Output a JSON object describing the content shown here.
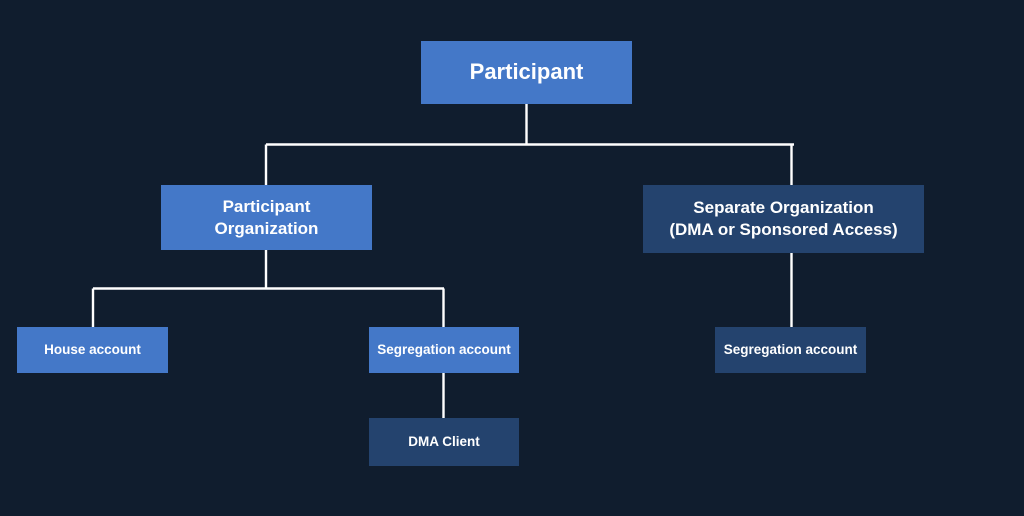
{
  "diagram": {
    "type": "hierarchy-tree",
    "background_color": "#101d2e",
    "line_color": "#ffffff",
    "text_color": "#ffffff",
    "palette": {
      "light_blue": "#4478c8",
      "dark_blue": "#24436e"
    },
    "nodes": [
      {
        "id": "participant",
        "label": "Participant",
        "tone": "light",
        "level": 0
      },
      {
        "id": "participant_organization",
        "label": "Participant\nOrganization",
        "tone": "light",
        "level": 1
      },
      {
        "id": "separate_organization",
        "label": "Separate Organization\n(DMA or Sponsored Access)",
        "tone": "dark",
        "level": 1
      },
      {
        "id": "house_account",
        "label": "House account",
        "tone": "light",
        "level": 2
      },
      {
        "id": "segregation_account_mid",
        "label": "Segregation account",
        "tone": "light",
        "level": 2
      },
      {
        "id": "segregation_account_right",
        "label": "Segregation account",
        "tone": "dark",
        "level": 2
      },
      {
        "id": "dma_client",
        "label": "DMA Client",
        "tone": "dark",
        "level": 3
      }
    ],
    "edges": [
      {
        "from": "participant",
        "to": "participant_organization"
      },
      {
        "from": "participant",
        "to": "separate_organization"
      },
      {
        "from": "participant_organization",
        "to": "house_account"
      },
      {
        "from": "participant_organization",
        "to": "segregation_account_mid"
      },
      {
        "from": "separate_organization",
        "to": "segregation_account_right"
      },
      {
        "from": "segregation_account_mid",
        "to": "dma_client"
      }
    ]
  }
}
